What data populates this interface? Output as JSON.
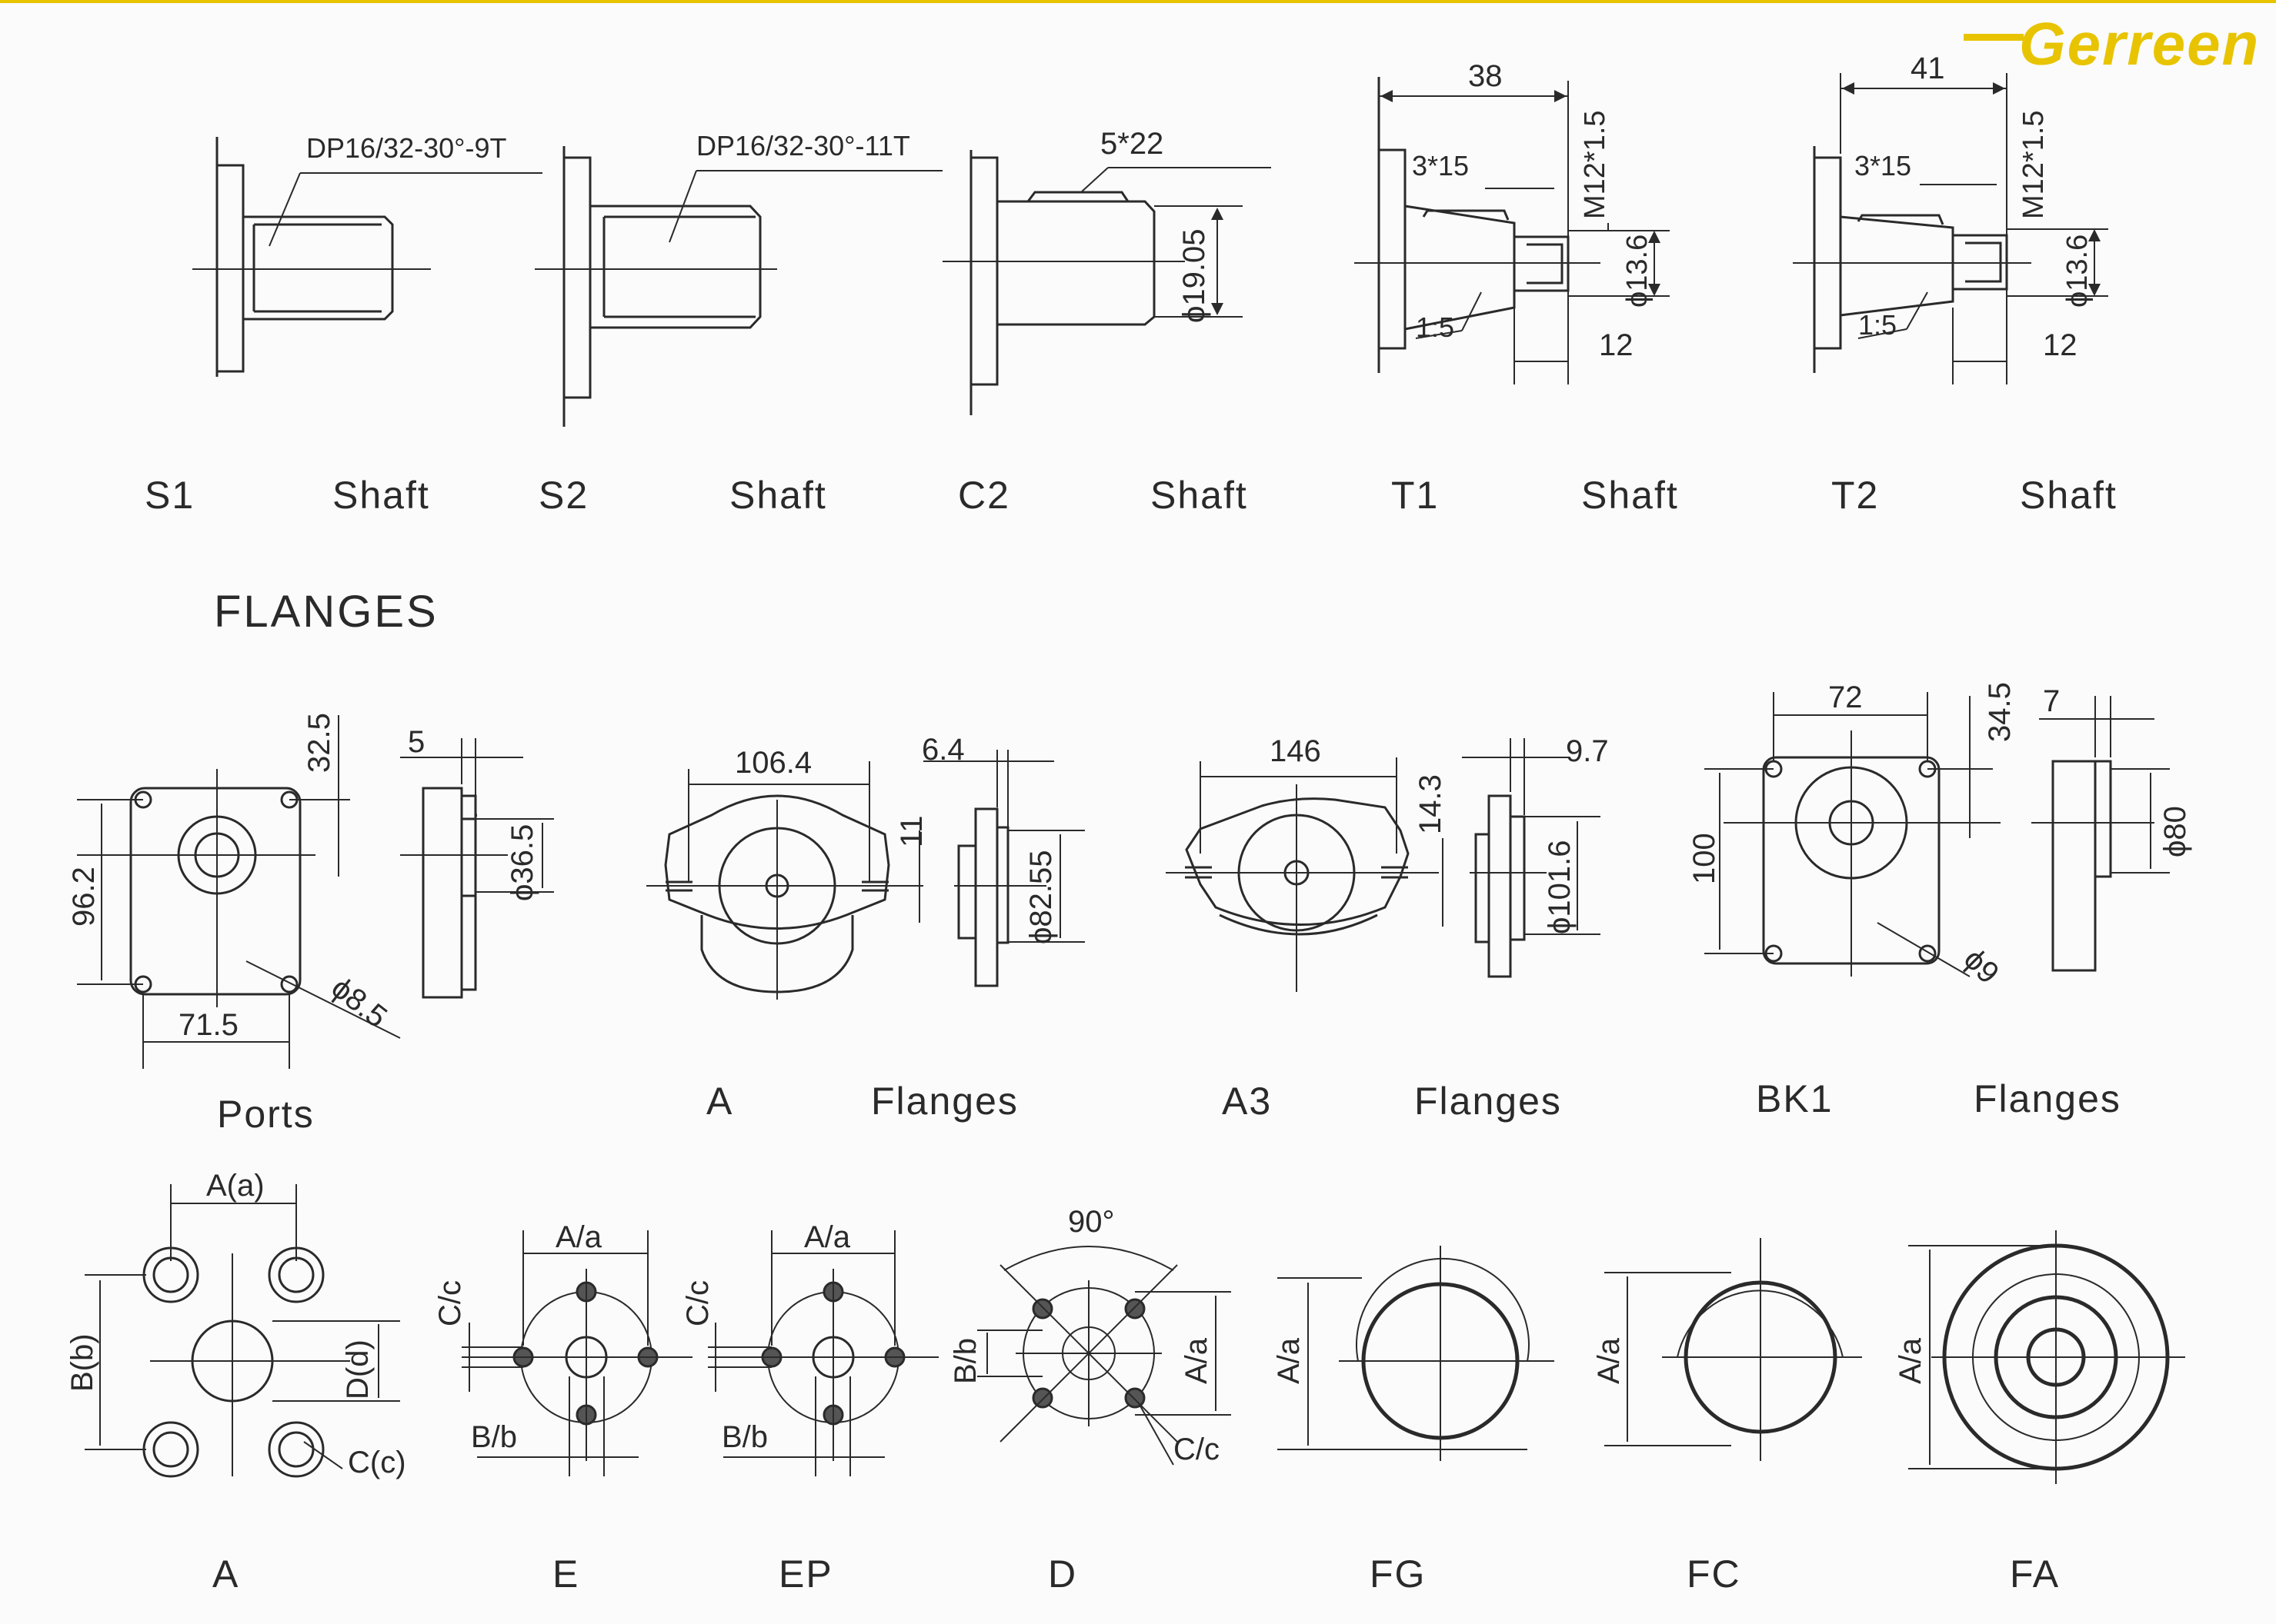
{
  "brand": {
    "name": "Gerreen",
    "color": "#e8c400"
  },
  "shafts": [
    {
      "code": "S1",
      "label": "Shaft",
      "spec": "DP16/32-30°-9T"
    },
    {
      "code": "S2",
      "label": "Shaft",
      "spec": "DP16/32-30°-11T"
    },
    {
      "code": "C2",
      "label": "Shaft",
      "key": "5*22",
      "diameter": "ϕ19.05"
    },
    {
      "code": "T1",
      "label": "Shaft",
      "length": "38",
      "key": "3*15",
      "thread": "M12*1.5",
      "diameter": "ϕ13.6",
      "taper": "1:5",
      "end": "12"
    },
    {
      "code": "T2",
      "label": "Shaft",
      "length": "41",
      "key": "3*15",
      "thread": "M12*1.5",
      "diameter": "ϕ13.6",
      "taper": "1:5",
      "end": "12"
    }
  ],
  "section_title": "FLANGES",
  "flanges": [
    {
      "code": "",
      "label": "Ports",
      "width": "71.5",
      "height": "96.2",
      "offset": "32.5",
      "pilot": "ϕ36.5",
      "thickness": "5",
      "hole": "ϕ8.5"
    },
    {
      "code": "A",
      "label": "Flanges",
      "span": "106.4",
      "thickness": "6.4",
      "slot": "11",
      "pilot": "ϕ82.55"
    },
    {
      "code": "A3",
      "label": "Flanges",
      "span": "146",
      "thickness": "9.7",
      "slot": "14.3",
      "pilot": "ϕ101.6"
    },
    {
      "code": "BK1",
      "label": "Flanges",
      "width": "72",
      "height": "100",
      "offset": "34.5",
      "thickness": "7",
      "pilot": "ϕ80",
      "hole": "ϕ9"
    }
  ],
  "ports": [
    {
      "code": "A",
      "dims": [
        "A(a)",
        "B(b)",
        "D(d)",
        "C(c)"
      ]
    },
    {
      "code": "E",
      "dims": [
        "A/a",
        "C/c",
        "B/b"
      ]
    },
    {
      "code": "EP",
      "dims": [
        "A/a",
        "C/c",
        "B/b"
      ]
    },
    {
      "code": "D",
      "dims": [
        "90°",
        "B/b",
        "A/a",
        "C/c"
      ]
    },
    {
      "code": "FG",
      "dims": [
        "A/a"
      ]
    },
    {
      "code": "FC",
      "dims": [
        "A/a"
      ]
    },
    {
      "code": "FA",
      "dims": [
        "A/a"
      ]
    }
  ]
}
